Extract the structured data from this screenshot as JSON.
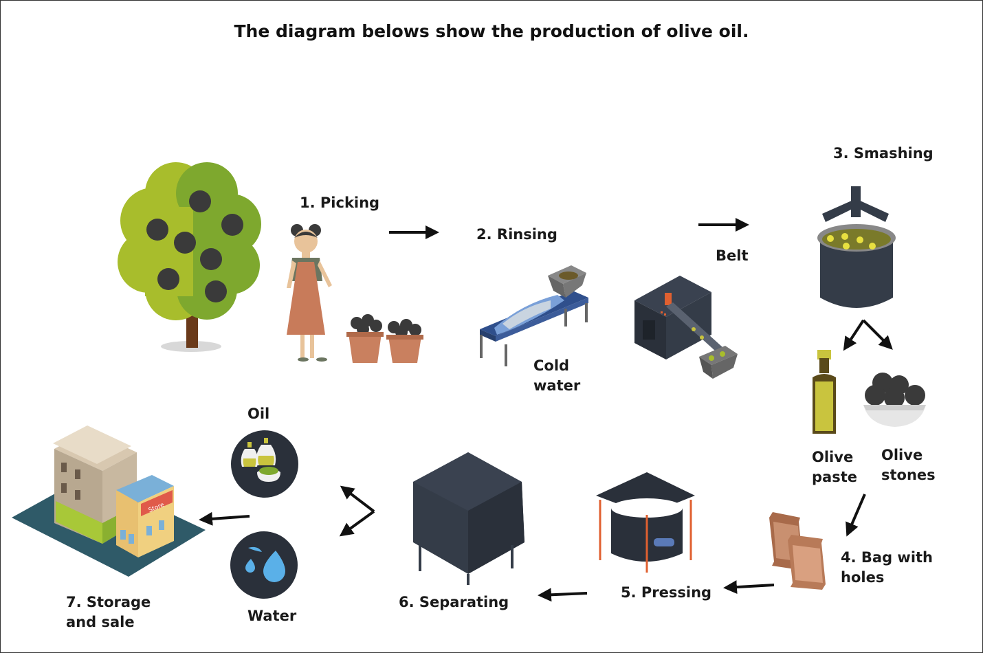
{
  "title": "The diagram belows show the production of olive oil.",
  "labels": {
    "picking": "1. Picking",
    "rinsing": "2. Rinsing",
    "cold_water": "Cold\nwater",
    "belt": "Belt",
    "smashing": "3. Smashing",
    "olive_paste": "Olive\npaste",
    "olive_stones": "Olive\nstones",
    "bag_with_holes": "4. Bag with\nholes",
    "pressing": "5. Pressing",
    "separating": "6. Separating",
    "oil": "Oil",
    "water": "Water",
    "storage_and_sale": "7. Storage\nand sale",
    "store_sign": "Store"
  },
  "colors": {
    "leaf_light": "#a8bd2c",
    "leaf_dark": "#7ea82e",
    "olive": "#3a3a3a",
    "machine": "#343c48",
    "pot": "#c9805f",
    "apron": "#c87b5a",
    "bag": "#c99070",
    "oil": "#c9c43e",
    "belt_blue": "#2f4f8c",
    "arrow": "#111111"
  },
  "icons": [
    "olive-tree-icon",
    "farmer-icon",
    "olive-basket-icon",
    "rinsing-table-icon",
    "belt-machine-icon",
    "smashing-pot-icon",
    "oil-bottle-icon",
    "olive-bowl-icon",
    "sack-icon",
    "press-icon",
    "separator-tank-icon",
    "oil-circle-icon",
    "water-circle-icon",
    "store-building-icon"
  ]
}
